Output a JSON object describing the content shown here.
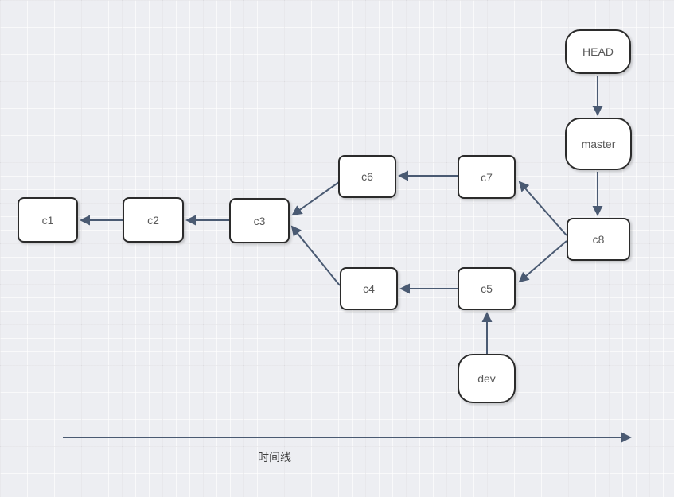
{
  "diagram": {
    "type": "git-commit-graph",
    "nodes": {
      "head": {
        "label": "HEAD",
        "shape": "rounded"
      },
      "master": {
        "label": "master",
        "shape": "rounded"
      },
      "dev": {
        "label": "dev",
        "shape": "rounded"
      },
      "c1": {
        "label": "c1",
        "shape": "rect"
      },
      "c2": {
        "label": "c2",
        "shape": "rect"
      },
      "c3": {
        "label": "c3",
        "shape": "rect"
      },
      "c4": {
        "label": "c4",
        "shape": "rect"
      },
      "c5": {
        "label": "c5",
        "shape": "rect"
      },
      "c6": {
        "label": "c6",
        "shape": "rect"
      },
      "c7": {
        "label": "c7",
        "shape": "rect"
      },
      "c8": {
        "label": "c8",
        "shape": "rect"
      }
    },
    "edges": [
      {
        "from": "HEAD",
        "to": "master"
      },
      {
        "from": "master",
        "to": "c8"
      },
      {
        "from": "c8",
        "to": "c7"
      },
      {
        "from": "c8",
        "to": "c5"
      },
      {
        "from": "c7",
        "to": "c6"
      },
      {
        "from": "c6",
        "to": "c3"
      },
      {
        "from": "c5",
        "to": "c4"
      },
      {
        "from": "c4",
        "to": "c3"
      },
      {
        "from": "c3",
        "to": "c2"
      },
      {
        "from": "c2",
        "to": "c1"
      },
      {
        "from": "dev",
        "to": "c5"
      }
    ],
    "timeline": {
      "label": "时间线"
    },
    "colors": {
      "canvas": "#edeef2",
      "edge": "#4a5a72",
      "node_border": "#2b2b2b",
      "node_fill": "#ffffff",
      "node_text": "#595959"
    }
  }
}
